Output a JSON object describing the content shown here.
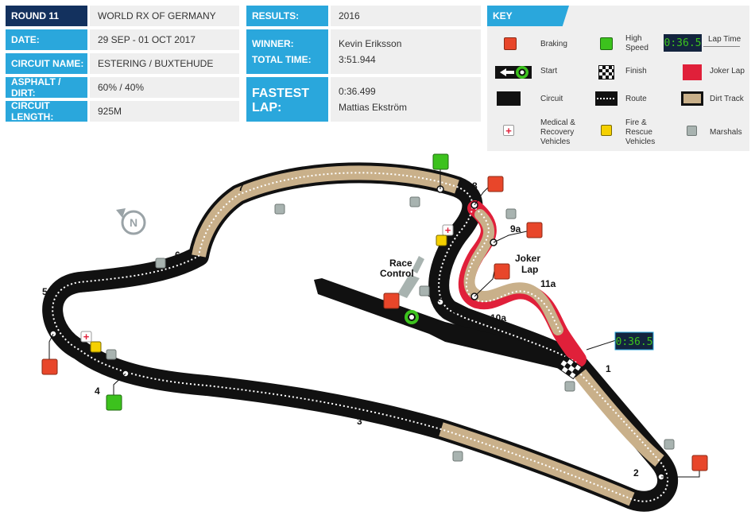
{
  "info": {
    "round_label": "ROUND 11",
    "round_value": "WORLD RX OF GERMANY",
    "date_label": "DATE:",
    "date_value": "29 SEP - 01 OCT 2017",
    "circuit_label": "CIRCUIT NAME:",
    "circuit_value": "ESTERING / BUXTEHUDE",
    "surface_label": "ASPHALT / DIRT:",
    "surface_value": "60% / 40%",
    "length_label": "CIRCUIT LENGTH:",
    "length_value": "925M"
  },
  "results": {
    "results_label": "RESULTS:",
    "results_value": "2016",
    "winner_label": "WINNER:",
    "winner_value": "Kevin Eriksson",
    "time_label": "TOTAL TIME:",
    "time_value": "3:51.944",
    "fastest_label": "FASTEST LAP:",
    "fastest_time": "0:36.499",
    "fastest_driver": "Mattias Ekström"
  },
  "key": {
    "title": "KEY",
    "braking": "Braking",
    "high_speed": "High Speed",
    "lap_time": "Lap Time",
    "lap_display": "0:36.5",
    "start": "Start",
    "finish": "Finish",
    "joker_lap": "Joker Lap",
    "circuit": "Circuit",
    "route": "Route",
    "dirt_track": "Dirt Track",
    "medical": "Medical & Recovery Vehicles",
    "fire": "Fire & Rescue Vehicles",
    "marshals": "Marshals"
  },
  "map": {
    "corners": [
      "1",
      "2",
      "3",
      "4",
      "5",
      "6",
      "7",
      "8",
      "9",
      "9a",
      "10a",
      "11a"
    ],
    "joker_label": "Joker Lap",
    "race_control": "Race Control",
    "lap_time_display": "0:36.5",
    "compass": "N"
  },
  "colors": {
    "accent": "#2aa7dc",
    "dark": "#13315e",
    "braking": "#e8462a",
    "high_speed": "#3cc21d",
    "joker": "#e0203a",
    "dirt": "#c9b08a",
    "fire": "#f5d000",
    "marshal": "#a8b3b0",
    "start": "#3cc21d"
  }
}
